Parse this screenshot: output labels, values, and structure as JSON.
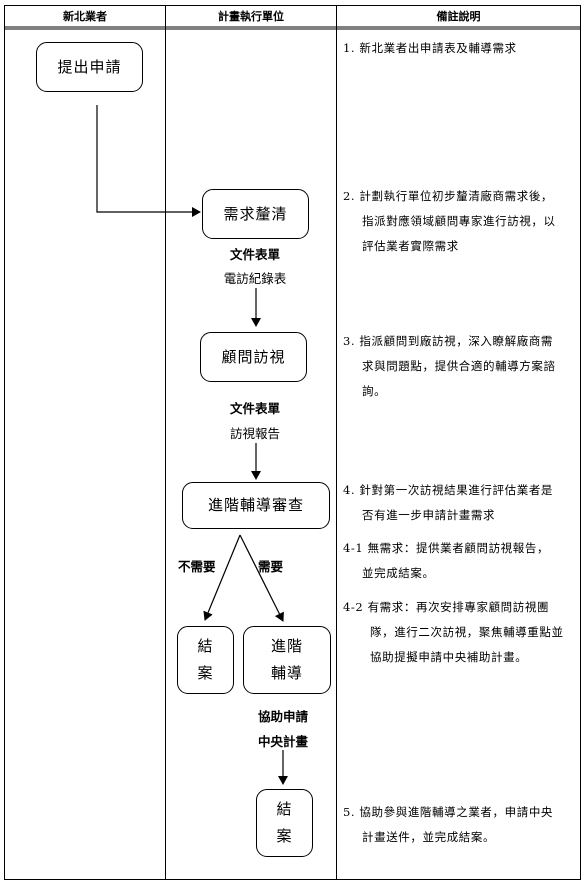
{
  "headers": [
    "新北業者",
    "計畫執行單位",
    "備註說明"
  ],
  "boxes": {
    "submit": "提出申請",
    "clarify": "需求釐清",
    "visit": "顧問訪視",
    "review": "進階輔導審查",
    "close1": [
      "結",
      "案"
    ],
    "advanced": [
      "進階",
      "輔導"
    ],
    "close2": [
      "結",
      "案"
    ]
  },
  "labels": {
    "doc1_title": "文件表單",
    "doc1_name": "電訪紀錄表",
    "doc2_title": "文件表單",
    "doc2_name": "訪視報告",
    "no_need": "不需要",
    "need": "需要",
    "assist": [
      "協助申請",
      "中央計畫"
    ]
  },
  "notes": {
    "n1": [
      "1.  新北業者出申請表及輔導需求"
    ],
    "n2": [
      "2.  計劃執行單位初步釐清廠商需求後，",
      "指派對應領域顧問專家進行訪視，以",
      "評估業者實際需求"
    ],
    "n3": [
      "3.  指派顧問到廠訪視，深入瞭解廠商需",
      "求與問題點，提供合適的輔導方案諮",
      "詢。"
    ],
    "n4": [
      "4.  針對第一次訪視結果進行評估業者是",
      "否有進一步申請計畫需求"
    ],
    "n4_1": [
      "4-1  無需求：提供業者顧問訪視報告，",
      "並完成結案。"
    ],
    "n4_2": [
      "4-2  有需求：再次安排專家顧問訪視團",
      "隊，進行二次訪視，聚焦輔導重點並",
      "協助提擬申請中央補助計畫。"
    ],
    "n5": [
      "5.  協助參與進階輔導之業者，申請中央",
      "計畫送件，並完成結案。"
    ]
  }
}
